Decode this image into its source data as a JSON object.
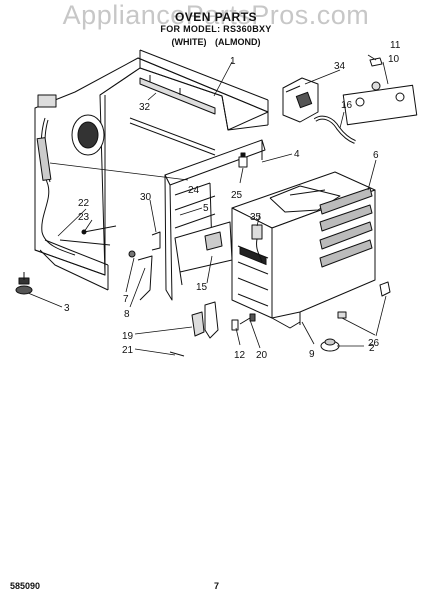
{
  "watermark": "AppliancePartsPros.com",
  "header": {
    "title": "OVEN PARTS",
    "models": "FOR MODEL: RS360BXY",
    "colors": "(WHITE)    (ALMOND)"
  },
  "footer": {
    "diagram_code": "585090",
    "page_number": "7"
  },
  "callouts": [
    "1",
    "2",
    "3",
    "4",
    "5",
    "6",
    "7",
    "8",
    "9",
    "10",
    "11",
    "12",
    "15",
    "16",
    "19",
    "20",
    "21",
    "22",
    "23",
    "24",
    "25",
    "26",
    "30",
    "32",
    "34",
    "35"
  ]
}
